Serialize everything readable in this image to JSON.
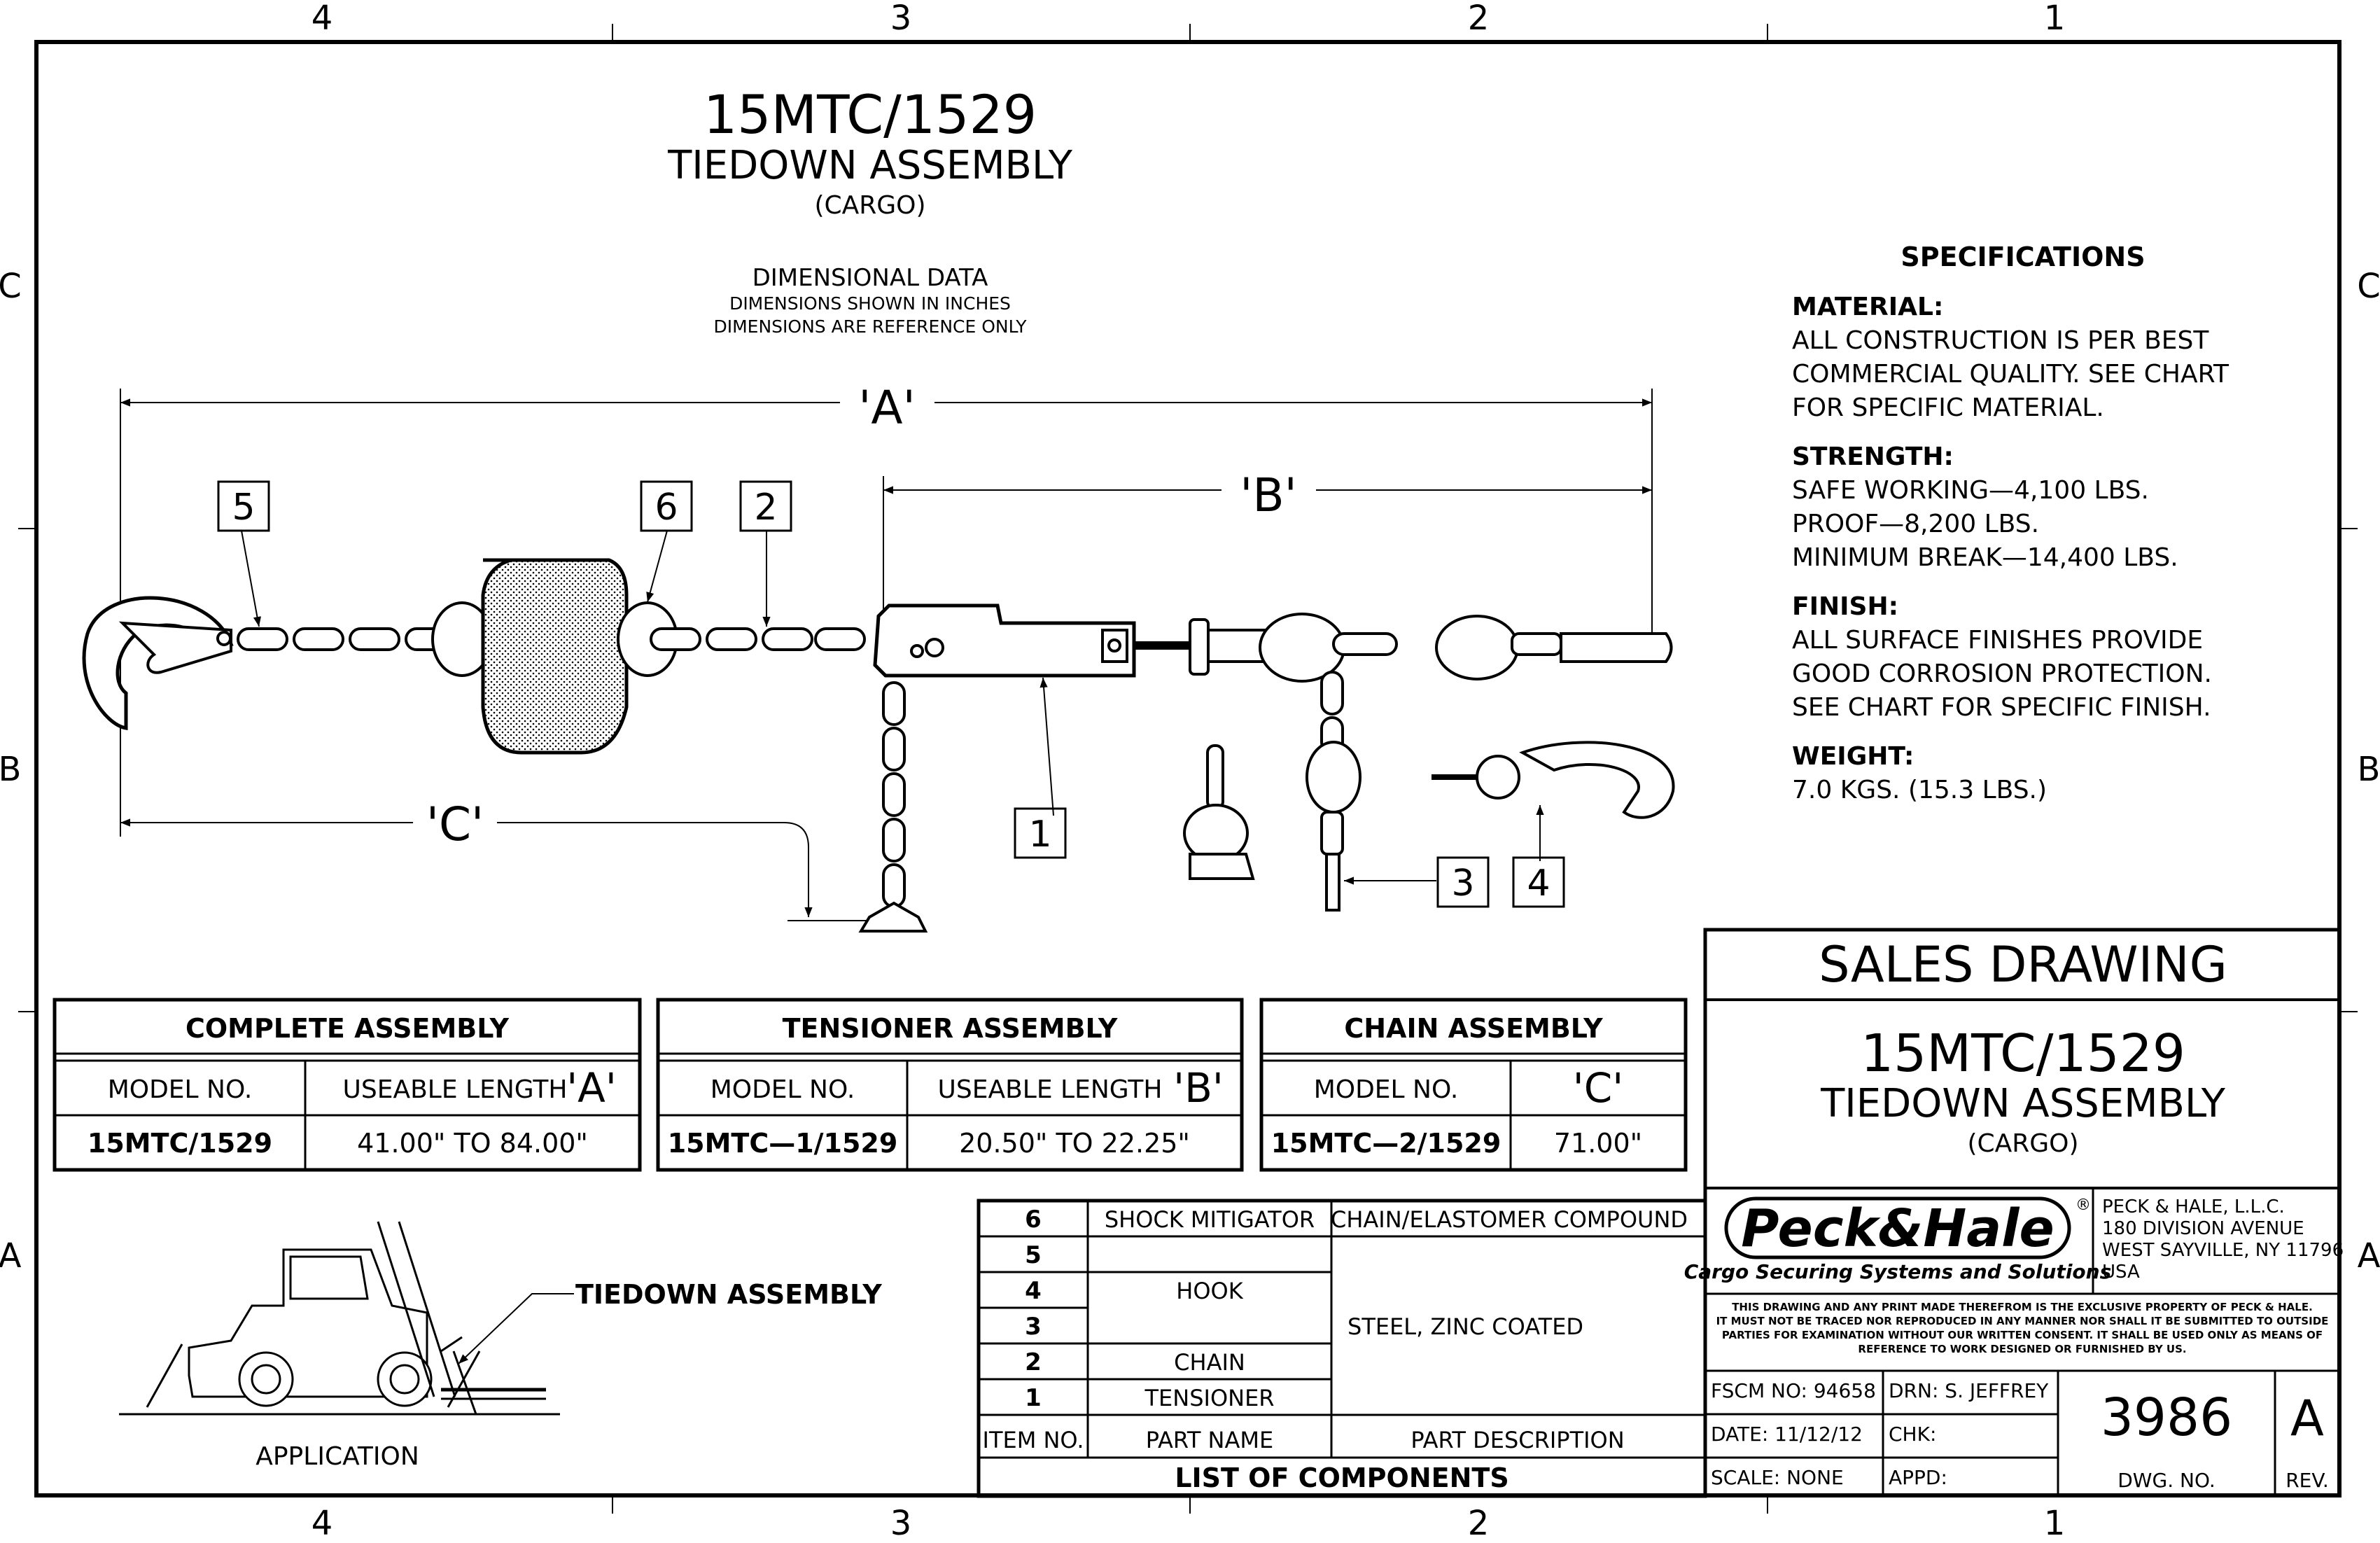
{
  "zones": {
    "columns": [
      "4",
      "3",
      "2",
      "1"
    ],
    "rows_left": [
      "C",
      "B",
      "A"
    ],
    "rows_right": [
      "C",
      "B",
      "A"
    ]
  },
  "heading": {
    "model": "15MTC/1529",
    "name": "TIEDOWN ASSEMBLY",
    "type": "(CARGO)",
    "dimensional_title": "DIMENSIONAL DATA",
    "dimensional_note_1": "DIMENSIONS SHOWN IN INCHES",
    "dimensional_note_2": "DIMENSIONS ARE REFERENCE ONLY"
  },
  "dimensions": {
    "a": "'A'",
    "b": "'B'",
    "c": "'C'"
  },
  "balloons": [
    "5",
    "6",
    "2",
    "1",
    "3",
    "4"
  ],
  "specifications": {
    "title": "SPECIFICATIONS",
    "sections": [
      {
        "heading": "MATERIAL:",
        "lines": [
          "ALL  CONSTRUCTION  IS  PER  BEST",
          "COMMERCIAL  QUALITY.  SEE  CHART",
          "FOR  SPECIFIC  MATERIAL."
        ]
      },
      {
        "heading": "STRENGTH:",
        "lines": [
          "SAFE  WORKING—4,100  LBS.",
          "PROOF—8,200  LBS.",
          "MINIMUM  BREAK—14,400  LBS."
        ]
      },
      {
        "heading": "FINISH:",
        "lines": [
          "ALL  SURFACE  FINISHES  PROVIDE",
          "GOOD  CORROSION  PROTECTION.",
          "SEE  CHART  FOR  SPECIFIC  FINISH."
        ]
      },
      {
        "heading": "WEIGHT:",
        "lines": [
          "7.0  KGS.  (15.3  LBS.)"
        ]
      }
    ]
  },
  "tables": {
    "complete": {
      "title": "COMPLETE ASSEMBLY",
      "col1": "MODEL  NO.",
      "col2": "USEABLE  LENGTH",
      "col2_mark": "'A'",
      "model": "15MTC/1529",
      "value": "41.00\"  TO  84.00\""
    },
    "tensioner": {
      "title": "TENSIONER ASSEMBLY",
      "col1": "MODEL  NO.",
      "col2": "USEABLE  LENGTH",
      "col2_mark": "'B'",
      "model": "15MTC—1/1529",
      "value": "20.50\"  TO  22.25\""
    },
    "chain": {
      "title": "CHAIN ASSEMBLY",
      "col1": "MODEL  NO.",
      "col2": "",
      "col2_mark": "'C'",
      "model": "15MTC—2/1529",
      "value": "71.00\""
    }
  },
  "application": {
    "label": "TIEDOWN ASSEMBLY",
    "caption": "APPLICATION"
  },
  "components": {
    "rows": [
      {
        "item": "6",
        "name": "SHOCK  MITIGATOR",
        "desc": "CHAIN/ELASTOMER  COMPOUND"
      },
      {
        "item": "5",
        "name": "",
        "desc": ""
      },
      {
        "item": "4",
        "name": "HOOK",
        "desc": ""
      },
      {
        "item": "3",
        "name": "",
        "desc": "STEEL,  ZINC  COATED"
      },
      {
        "item": "2",
        "name": "CHAIN",
        "desc": ""
      },
      {
        "item": "1",
        "name": "TENSIONER",
        "desc": ""
      }
    ],
    "header_item": "ITEM  NO.",
    "header_name": "PART  NAME",
    "header_desc": "PART  DESCRIPTION",
    "title": "LIST  OF  COMPONENTS"
  },
  "title_block": {
    "sales_drawing": "SALES  DRAWING",
    "model": "15MTC/1529",
    "name": "TIEDOWN  ASSEMBLY",
    "type": "(CARGO)",
    "logo_text": "Peck&Hale",
    "logo_registered": "®",
    "tagline": "Cargo Securing Systems and Solutions",
    "company": "PECK  &  HALE,  L.L.C.",
    "address_1": "180  DIVISION  AVENUE",
    "address_2": "WEST  SAYVILLE,  NY  11796",
    "address_3": "USA",
    "notice_1": "THIS  DRAWING  AND  ANY  PRINT  MADE  THEREFROM  IS  THE  EXCLUSIVE  PROPERTY  OF  PECK  &  HALE.",
    "notice_2": "IT  MUST  NOT  BE  TRACED  NOR  REPRODUCED  IN  ANY  MANNER  NOR  SHALL  IT  BE  SUBMITTED  TO  OUTSIDE",
    "notice_3": "PARTIES  FOR  EXAMINATION  WITHOUT  OUR  WRITTEN  CONSENT.   IT  SHALL  BE  USED  ONLY  AS  MEANS  OF",
    "notice_4": "REFERENCE  TO  WORK  DESIGNED  OR  FURNISHED  BY  US.",
    "fscm": "FSCM  NO:  94658",
    "drn": "DRN: S.  JEFFREY",
    "date": "DATE: 11/12/12",
    "chk": "CHK:",
    "scale": "SCALE:  NONE",
    "appd": "APPD:",
    "dwg_no": "3986",
    "dwg_label": "DWG.  NO.",
    "rev": "A",
    "rev_label": "REV."
  }
}
